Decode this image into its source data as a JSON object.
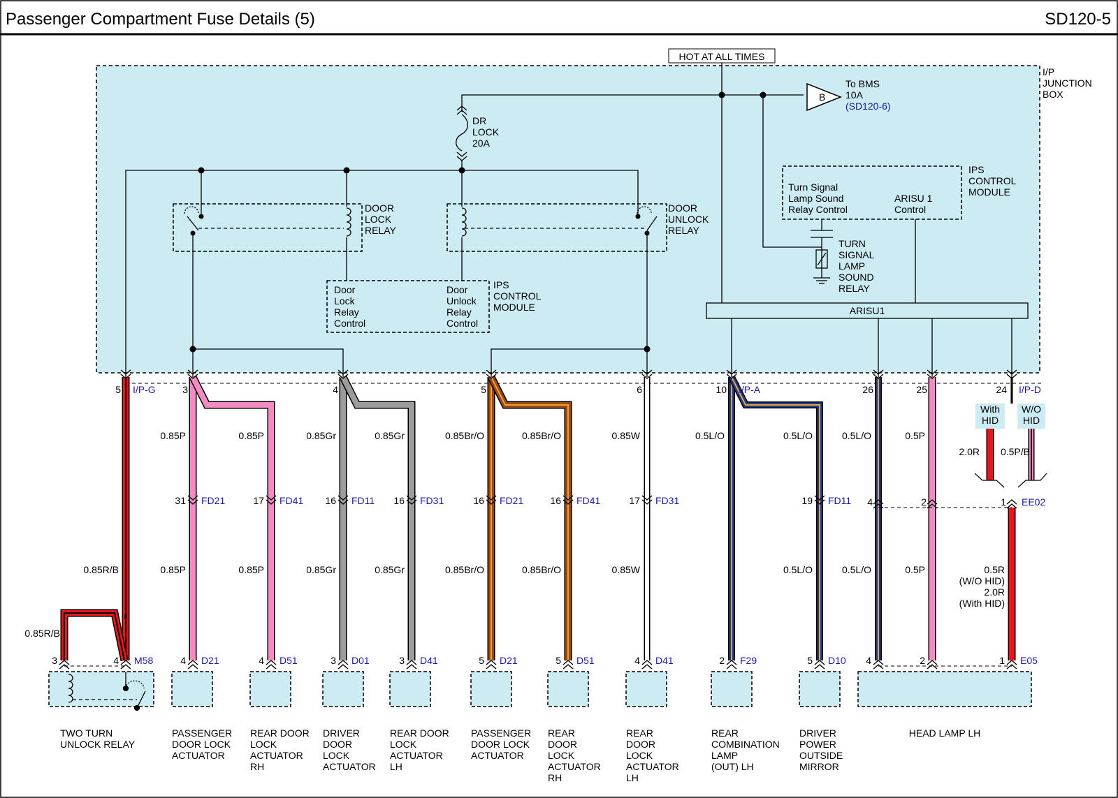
{
  "header": {
    "title": "Passenger Compartment Fuse Details (5)",
    "code": "SD120-5"
  },
  "junction_box": {
    "label": [
      "I/P",
      "JUNCTION",
      "BOX"
    ]
  },
  "power": {
    "hot_label": "HOT AT ALL TIMES",
    "bms_letter": "B",
    "to_bms": [
      "To BMS",
      "10A",
      "(SD120-6)"
    ]
  },
  "fuse": {
    "label": [
      "DR",
      "LOCK",
      "20A"
    ]
  },
  "relays": {
    "door_lock": [
      "DOOR",
      "LOCK",
      "RELAY"
    ],
    "door_unlock": [
      "DOOR",
      "UNLOCK",
      "RELAY"
    ]
  },
  "ips_relay": {
    "lock_control": [
      "Door",
      "Lock",
      "Relay",
      "Control"
    ],
    "unlock_control": [
      "Door",
      "Unlock",
      "Relay",
      "Control"
    ],
    "label": [
      "IPS",
      "CONTROL",
      "MODULE"
    ]
  },
  "ips_turn": {
    "relay_control": [
      "Turn Signal",
      "Lamp Sound",
      "Relay Control"
    ],
    "arisu_control": [
      "ARISU 1",
      "Control"
    ],
    "label": [
      "IPS",
      "CONTROL",
      "MODULE"
    ],
    "relay_label": [
      "TURN",
      "SIGNAL",
      "LAMP",
      "SOUND",
      "RELAY"
    ]
  },
  "arisu": {
    "label": "ARISU1"
  },
  "hid": {
    "with": [
      "With",
      "HID"
    ],
    "without": [
      "W/O",
      "HID"
    ],
    "with_wire": "2.0R",
    "without_wire": "0.5P/B"
  },
  "ee02": {
    "pins": [
      "4",
      "2",
      "1"
    ],
    "id": "EE02",
    "note": [
      "0.5R",
      "(W/O HID)",
      "2.0R",
      "(With HID)"
    ]
  },
  "connectors": [
    {
      "pin": "5",
      "id": "I/P-G"
    },
    {
      "pin": "3",
      "id": ""
    },
    {
      "pin": "4",
      "id": ""
    },
    {
      "pin": "5",
      "id": ""
    },
    {
      "pin": "6",
      "id": ""
    },
    {
      "pin": "10",
      "id": "I/P-A"
    },
    {
      "pin": "26",
      "id": ""
    },
    {
      "pin": "25",
      "id": ""
    },
    {
      "pin": "24",
      "id": "I/P-D"
    }
  ],
  "wires": [
    {
      "color": "#e8151b",
      "stripe": "#000000",
      "top_spec": "",
      "mid": null,
      "bottom_spec": "0.85R/B",
      "bottom_pin": "4",
      "bottom_id": "M58"
    },
    {
      "color": "#f48cc4",
      "stripe": "",
      "top_spec": "0.85P",
      "mid": {
        "pin": "31",
        "id": "FD21"
      },
      "bottom_spec": "0.85P",
      "bottom_pin": "4",
      "bottom_id": "D21"
    },
    {
      "color": "#f48cc4",
      "stripe": "",
      "top_spec": "0.85P",
      "mid": {
        "pin": "17",
        "id": "FD41"
      },
      "bottom_spec": "0.85P",
      "bottom_pin": "4",
      "bottom_id": "D51"
    },
    {
      "color": "#9c9c9c",
      "stripe": "",
      "top_spec": "0.85Gr",
      "mid": {
        "pin": "16",
        "id": "FD11"
      },
      "bottom_spec": "0.85Gr",
      "bottom_pin": "3",
      "bottom_id": "D01"
    },
    {
      "color": "#9c9c9c",
      "stripe": "",
      "top_spec": "0.85Gr",
      "mid": {
        "pin": "16",
        "id": "FD31"
      },
      "bottom_spec": "0.85Gr",
      "bottom_pin": "3",
      "bottom_id": "D41"
    },
    {
      "color": "#9a4a16",
      "stripe": "#f0a030",
      "top_spec": "0.85Br/O",
      "mid": {
        "pin": "16",
        "id": "FD21"
      },
      "bottom_spec": "0.85Br/O",
      "bottom_pin": "5",
      "bottom_id": "D21"
    },
    {
      "color": "#9a4a16",
      "stripe": "#f0a030",
      "top_spec": "0.85Br/O",
      "mid": {
        "pin": "16",
        "id": "FD41"
      },
      "bottom_spec": "0.85Br/O",
      "bottom_pin": "5",
      "bottom_id": "D51"
    },
    {
      "color": "#ffffff",
      "stripe": "",
      "top_spec": "0.85W",
      "mid": {
        "pin": "17",
        "id": "FD31"
      },
      "bottom_spec": "0.85W",
      "bottom_pin": "4",
      "bottom_id": "D41"
    },
    {
      "color": "#1e3d8c",
      "stripe": "#f0a030",
      "top_spec": "0.5L/O",
      "mid": null,
      "bottom_spec": "",
      "bottom_pin": "2",
      "bottom_id": "F29"
    },
    {
      "color": "#1e3d8c",
      "stripe": "#f0a030",
      "top_spec": "0.5L/O",
      "mid": {
        "pin": "19",
        "id": "FD11"
      },
      "bottom_spec": "0.5L/O",
      "bottom_pin": "5",
      "bottom_id": "D10"
    },
    {
      "color": "#1e3d8c",
      "stripe": "#f0a030",
      "top_spec": "0.5L/O",
      "mid": null,
      "bottom_spec": "0.5L/O",
      "bottom_pin": "4",
      "bottom_id": ""
    },
    {
      "color": "#f48cc4",
      "stripe": "",
      "top_spec": "0.5P",
      "mid": null,
      "bottom_spec": "0.5P",
      "bottom_pin": "2",
      "bottom_id": ""
    },
    {
      "color": "#e8151b",
      "stripe": "",
      "top_spec": "",
      "mid": null,
      "bottom_spec": "",
      "bottom_pin": "1",
      "bottom_id": "E05"
    }
  ],
  "extra_spec": {
    "m58_left": "0.85R/B",
    "m58_left_pin": "3"
  },
  "components": [
    [
      "TWO TURN",
      "UNLOCK RELAY"
    ],
    [
      "PASSENGER",
      "DOOR LOCK",
      "ACTUATOR"
    ],
    [
      "REAR DOOR",
      "LOCK",
      "ACTUATOR",
      "RH"
    ],
    [
      "DRIVER",
      "DOOR",
      "LOCK",
      "ACTUATOR"
    ],
    [
      "REAR DOOR",
      "LOCK",
      "ACTUATOR",
      "LH"
    ],
    [
      "PASSENGER",
      "DOOR LOCK",
      "ACTUATOR"
    ],
    [
      "REAR",
      "DOOR",
      "LOCK",
      "ACTUATOR",
      "RH"
    ],
    [
      "REAR",
      "DOOR",
      "LOCK",
      "ACTUATOR",
      "LH"
    ],
    [
      "REAR",
      "COMBINATION",
      "LAMP",
      "(OUT) LH"
    ],
    [
      "DRIVER",
      "POWER",
      "OUTSIDE",
      "MIRROR"
    ],
    [
      "HEAD LAMP LH"
    ]
  ]
}
